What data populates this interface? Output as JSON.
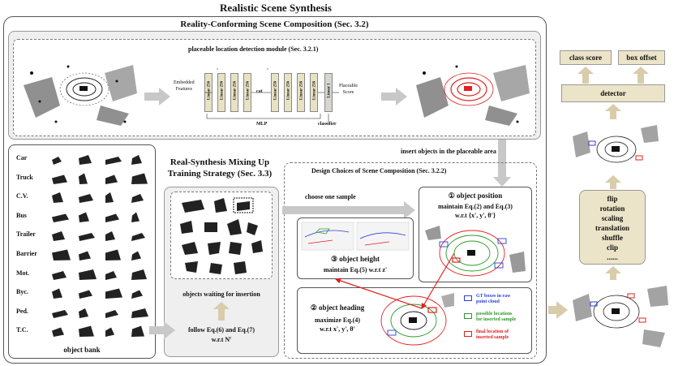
{
  "title": "Realistic Scene Synthesis",
  "composition": {
    "title": "Reality-Conforming Scene Composition (Sec. 3.2)",
    "module_title": "placeable location detection module (Sec. 3.2.1)",
    "embedded_features": "Embedded\nFeatures",
    "layer_label": "Linear 256",
    "cat": "cat",
    "linear1": "Linear 1",
    "placeable_score": "Placeable\nScore",
    "mlp": "MLP",
    "classifier": "classifier"
  },
  "insert_label": "insert objects in the placeable area",
  "object_bank": {
    "rows": [
      "Car",
      "Truck",
      "C.V.",
      "Bus",
      "Trailer",
      "Barrier",
      "Mot.",
      "Byc.",
      "Ped.",
      "T.C."
    ],
    "label": "object bank"
  },
  "mixing": {
    "title_line1": "Real-Synthesis Mixing Up",
    "title_line2": "Training Strategy (Sec. 3.3)",
    "waiting": "objects waiting for insertion",
    "follow_line1": "follow Eq.(6) and Eq.(7)",
    "follow_line2": "w.r.t N",
    "follow_sup": "c"
  },
  "design": {
    "title": "Design Choices of Scene Composition (Sec. 3.2.2)",
    "choose": "choose one sample",
    "position_title": "① object position",
    "position_line1": "maintain Eq.(2) and Eq.(3)",
    "position_line2": "w.r.t {x', y', θ'}",
    "height_title": "③ object height",
    "height_line1": "maintain Eq.(5) w.r.t z'",
    "heading_title": "② object heading",
    "heading_line1": "maximize Eq.(4)",
    "heading_line2": "w.r.t x', y', θ'",
    "legend": [
      {
        "text": "GT boxes in raw\npoint cloud",
        "color": "#2b3fd8"
      },
      {
        "text": "possible locations\nfor inserted sample",
        "color": "#2a9a2a"
      },
      {
        "text": "final location of\ninserted sample",
        "color": "#e02020"
      }
    ]
  },
  "pipeline": {
    "class_score": "class score",
    "box_offset": "box offset",
    "detector": "detector",
    "augs": [
      "flip",
      "rotation",
      "scaling",
      "translation",
      "shuffle",
      "clip",
      "......"
    ]
  },
  "colors": {
    "panel_bg": "#efefef",
    "arrow": "#c8c8c8",
    "tan": "#ece4c8",
    "red": "#e02020"
  }
}
